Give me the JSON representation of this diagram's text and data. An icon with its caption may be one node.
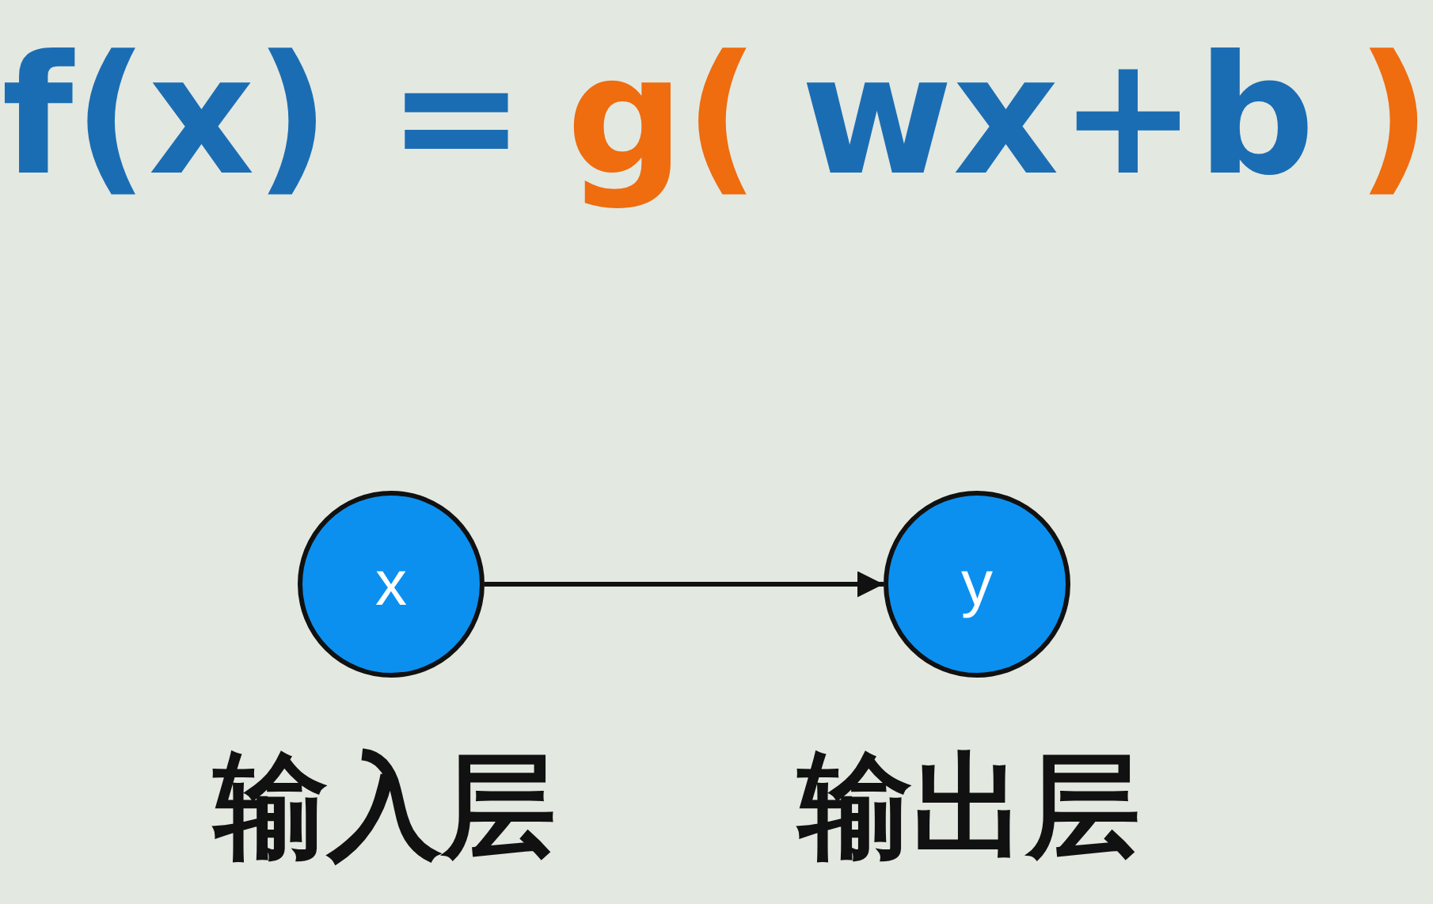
{
  "diagram": {
    "nodes": [
      {
        "text": [
          "x"
        ],
        "beside": [
          "输入层"
        ]
      },
      {
        "text": [
          "y"
        ],
        "beside": [
          "输出层"
        ]
      }
    ],
    "edges": [
      {
        "from": 0,
        "to": 1,
        "arrow": "to"
      }
    ],
    "labels": [
      "f(x) =",
      "g(",
      "wx+b",
      ")"
    ]
  }
}
